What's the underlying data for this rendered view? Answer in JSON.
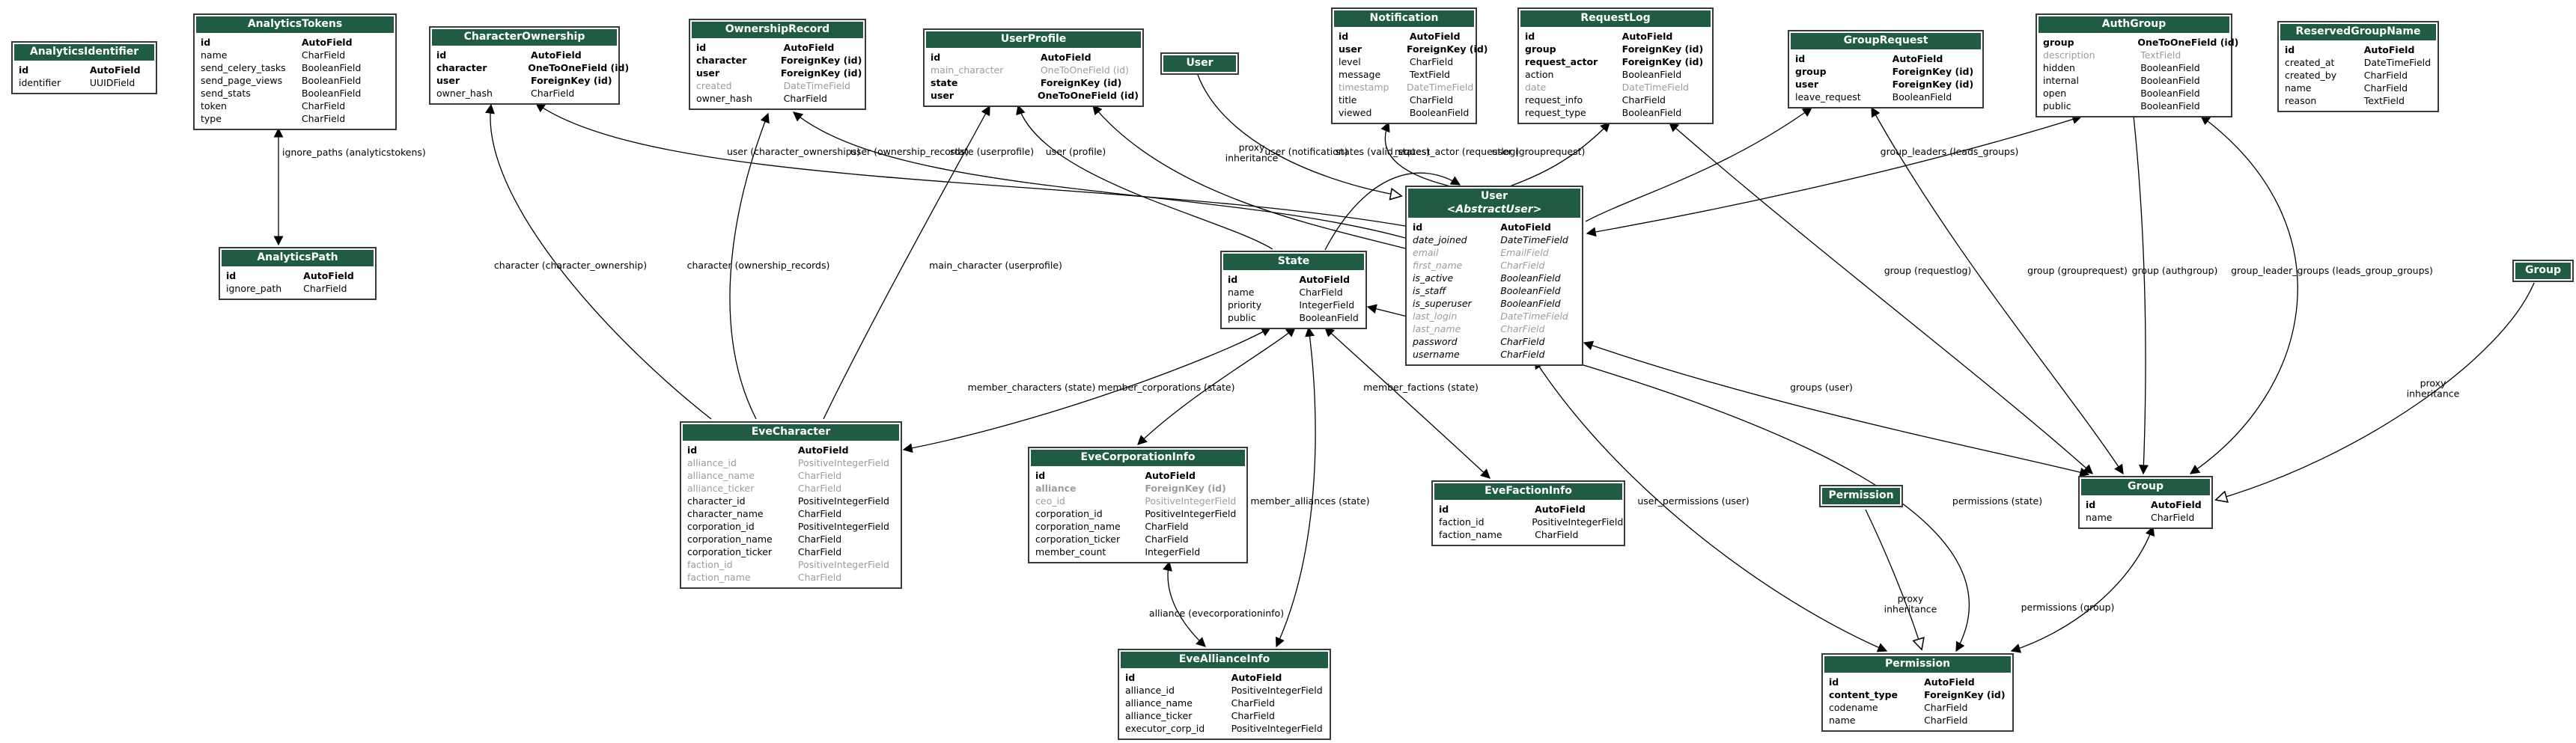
{
  "diagram": {
    "colors": {
      "header_green": "#205c44",
      "border": "#3a3a3a",
      "background": "#ffffff",
      "muted_field": "#9c9c9c"
    },
    "entities": {
      "analyticsidentifier": {
        "title": "AnalyticsIdentifier",
        "fields": [
          [
            "id",
            "AutoField",
            "b"
          ],
          [
            "identifier",
            "UUIDField",
            ""
          ]
        ]
      },
      "analyticstokens": {
        "title": "AnalyticsTokens",
        "fields": [
          [
            "id",
            "AutoField",
            "b"
          ],
          [
            "name",
            "CharField",
            ""
          ],
          [
            "send_celery_tasks",
            "BooleanField",
            ""
          ],
          [
            "send_page_views",
            "BooleanField",
            ""
          ],
          [
            "send_stats",
            "BooleanField",
            ""
          ],
          [
            "token",
            "CharField",
            ""
          ],
          [
            "type",
            "CharField",
            ""
          ]
        ]
      },
      "analyticspath": {
        "title": "AnalyticsPath",
        "fields": [
          [
            "id",
            "AutoField",
            "b"
          ],
          [
            "ignore_path",
            "CharField",
            ""
          ]
        ]
      },
      "characterownership": {
        "title": "CharacterOwnership",
        "fields": [
          [
            "id",
            "AutoField",
            "b"
          ],
          [
            "character",
            "OneToOneField (id)",
            "b"
          ],
          [
            "user",
            "ForeignKey (id)",
            "b"
          ],
          [
            "owner_hash",
            "CharField",
            ""
          ]
        ]
      },
      "ownershiprecord": {
        "title": "OwnershipRecord",
        "fields": [
          [
            "id",
            "AutoField",
            "b"
          ],
          [
            "character",
            "ForeignKey (id)",
            "b"
          ],
          [
            "user",
            "ForeignKey (id)",
            "b"
          ],
          [
            "created",
            "DateTimeField",
            "g"
          ],
          [
            "owner_hash",
            "CharField",
            ""
          ]
        ]
      },
      "userprofile": {
        "title": "UserProfile",
        "fields": [
          [
            "id",
            "AutoField",
            "b"
          ],
          [
            "main_character",
            "OneToOneField (id)",
            "g"
          ],
          [
            "state",
            "ForeignKey (id)",
            "b"
          ],
          [
            "user",
            "OneToOneField (id)",
            "b"
          ]
        ]
      },
      "user_proxy": {
        "title": "User",
        "fields": []
      },
      "notification": {
        "title": "Notification",
        "fields": [
          [
            "id",
            "AutoField",
            "b"
          ],
          [
            "user",
            "ForeignKey (id)",
            "b"
          ],
          [
            "level",
            "CharField",
            ""
          ],
          [
            "message",
            "TextField",
            ""
          ],
          [
            "timestamp",
            "DateTimeField",
            "g"
          ],
          [
            "title",
            "CharField",
            ""
          ],
          [
            "viewed",
            "BooleanField",
            ""
          ]
        ]
      },
      "requestlog": {
        "title": "RequestLog",
        "fields": [
          [
            "id",
            "AutoField",
            "b"
          ],
          [
            "group",
            "ForeignKey (id)",
            "b"
          ],
          [
            "request_actor",
            "ForeignKey (id)",
            "b"
          ],
          [
            "action",
            "BooleanField",
            ""
          ],
          [
            "date",
            "DateTimeField",
            "g"
          ],
          [
            "request_info",
            "CharField",
            ""
          ],
          [
            "request_type",
            "BooleanField",
            ""
          ]
        ]
      },
      "grouprequest": {
        "title": "GroupRequest",
        "fields": [
          [
            "id",
            "AutoField",
            "b"
          ],
          [
            "group",
            "ForeignKey (id)",
            "b"
          ],
          [
            "user",
            "ForeignKey (id)",
            "b"
          ],
          [
            "leave_request",
            "BooleanField",
            ""
          ]
        ]
      },
      "authgroup": {
        "title": "AuthGroup",
        "fields": [
          [
            "group",
            "OneToOneField (id)",
            "b"
          ],
          [
            "description",
            "TextField",
            "g"
          ],
          [
            "hidden",
            "BooleanField",
            ""
          ],
          [
            "internal",
            "BooleanField",
            ""
          ],
          [
            "open",
            "BooleanField",
            ""
          ],
          [
            "public",
            "BooleanField",
            ""
          ]
        ]
      },
      "reservedgroupname": {
        "title": "ReservedGroupName",
        "fields": [
          [
            "id",
            "AutoField",
            "b"
          ],
          [
            "created_at",
            "DateTimeField",
            ""
          ],
          [
            "created_by",
            "CharField",
            ""
          ],
          [
            "name",
            "CharField",
            ""
          ],
          [
            "reason",
            "TextField",
            ""
          ]
        ]
      },
      "state": {
        "title": "State",
        "fields": [
          [
            "id",
            "AutoField",
            "b"
          ],
          [
            "name",
            "CharField",
            ""
          ],
          [
            "priority",
            "IntegerField",
            ""
          ],
          [
            "public",
            "BooleanField",
            ""
          ]
        ]
      },
      "user_abstract": {
        "title": "User",
        "subtitle": "<AbstractUser>",
        "fields": [
          [
            "id",
            "AutoField",
            "b"
          ],
          [
            "date_joined",
            "DateTimeField",
            "i"
          ],
          [
            "email",
            "EmailField",
            "g i"
          ],
          [
            "first_name",
            "CharField",
            "g i"
          ],
          [
            "is_active",
            "BooleanField",
            "i"
          ],
          [
            "is_staff",
            "BooleanField",
            "i"
          ],
          [
            "is_superuser",
            "BooleanField",
            "i"
          ],
          [
            "last_login",
            "DateTimeField",
            "g i"
          ],
          [
            "last_name",
            "CharField",
            "g i"
          ],
          [
            "password",
            "CharField",
            "i"
          ],
          [
            "username",
            "CharField",
            "i"
          ]
        ]
      },
      "evecharacter": {
        "title": "EveCharacter",
        "fields": [
          [
            "id",
            "AutoField",
            "b"
          ],
          [
            "alliance_id",
            "PositiveIntegerField",
            "g"
          ],
          [
            "alliance_name",
            "CharField",
            "g"
          ],
          [
            "alliance_ticker",
            "CharField",
            "g"
          ],
          [
            "character_id",
            "PositiveIntegerField",
            ""
          ],
          [
            "character_name",
            "CharField",
            ""
          ],
          [
            "corporation_id",
            "PositiveIntegerField",
            ""
          ],
          [
            "corporation_name",
            "CharField",
            ""
          ],
          [
            "corporation_ticker",
            "CharField",
            ""
          ],
          [
            "faction_id",
            "PositiveIntegerField",
            "g"
          ],
          [
            "faction_name",
            "CharField",
            "g"
          ]
        ]
      },
      "evecorporationinfo": {
        "title": "EveCorporationInfo",
        "fields": [
          [
            "id",
            "AutoField",
            "b"
          ],
          [
            "alliance",
            "ForeignKey (id)",
            "b g"
          ],
          [
            "ceo_id",
            "PositiveIntegerField",
            "g"
          ],
          [
            "corporation_id",
            "PositiveIntegerField",
            ""
          ],
          [
            "corporation_name",
            "CharField",
            ""
          ],
          [
            "corporation_ticker",
            "CharField",
            ""
          ],
          [
            "member_count",
            "IntegerField",
            ""
          ]
        ]
      },
      "evefactioninfo": {
        "title": "EveFactionInfo",
        "fields": [
          [
            "id",
            "AutoField",
            "b"
          ],
          [
            "faction_id",
            "PositiveIntegerField",
            ""
          ],
          [
            "faction_name",
            "CharField",
            ""
          ]
        ]
      },
      "evealliancinfo": {
        "title": "EveAllianceInfo",
        "fields": [
          [
            "id",
            "AutoField",
            "b"
          ],
          [
            "alliance_id",
            "PositiveIntegerField",
            ""
          ],
          [
            "alliance_name",
            "CharField",
            ""
          ],
          [
            "alliance_ticker",
            "CharField",
            ""
          ],
          [
            "executor_corp_id",
            "PositiveIntegerField",
            ""
          ]
        ]
      },
      "permission_proxy": {
        "title": "Permission",
        "fields": []
      },
      "permission": {
        "title": "Permission",
        "fields": [
          [
            "id",
            "AutoField",
            "b"
          ],
          [
            "content_type",
            "ForeignKey (id)",
            "b"
          ],
          [
            "codename",
            "CharField",
            ""
          ],
          [
            "name",
            "CharField",
            ""
          ]
        ]
      },
      "group_proxy": {
        "title": "Group",
        "fields": []
      },
      "group": {
        "title": "Group",
        "fields": [
          [
            "id",
            "AutoField",
            "b"
          ],
          [
            "name",
            "CharField",
            ""
          ]
        ]
      }
    },
    "edge_labels": [
      {
        "text": "ignore_paths (analyticstokens)"
      },
      {
        "text": "user (character_ownerships)"
      },
      {
        "text": "user (ownership_records)"
      },
      {
        "text": "state (userprofile)"
      },
      {
        "text": "user (profile)"
      },
      {
        "text": "proxy\ninheritance"
      },
      {
        "text": "user (notification)"
      },
      {
        "text": "states (valid_states)"
      },
      {
        "text": "request_actor (requestlog)"
      },
      {
        "text": "user (grouprequest)"
      },
      {
        "text": "group_leaders (leads_groups)"
      },
      {
        "text": "character (character_ownership)"
      },
      {
        "text": "character (ownership_records)"
      },
      {
        "text": "main_character (userprofile)"
      },
      {
        "text": "group (requestlog)"
      },
      {
        "text": "group (grouprequest)"
      },
      {
        "text": "group (authgroup)"
      },
      {
        "text": "group_leader_groups (leads_group_groups)"
      },
      {
        "text": "proxy\ninheritance"
      },
      {
        "text": "member_characters (state)"
      },
      {
        "text": "member_corporations (state)"
      },
      {
        "text": "member_factions (state)"
      },
      {
        "text": "groups (user)"
      },
      {
        "text": "member_alliances (state)"
      },
      {
        "text": "user_permissions (user)"
      },
      {
        "text": "permissions (state)"
      },
      {
        "text": "alliance (evecorporationinfo)"
      },
      {
        "text": "proxy\ninheritance"
      },
      {
        "text": "permissions (group)"
      }
    ]
  }
}
